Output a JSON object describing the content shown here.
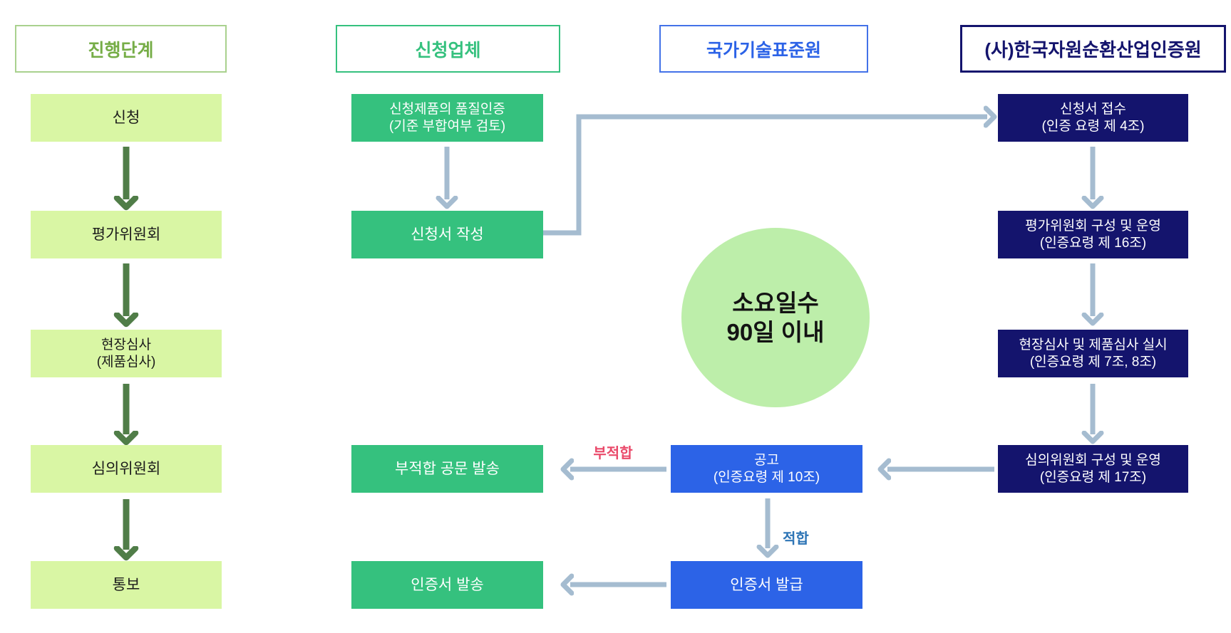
{
  "headers": {
    "progress": "진행단계",
    "applicant": "신청업체",
    "kats": "국가기술표준원",
    "org": "(사)한국자원순환산업인증원"
  },
  "progress_lane": {
    "apply": "신청",
    "eval_committee": "평가위원회",
    "site_audit_line1": "현장심사",
    "site_audit_line2": "(제품심사)",
    "review_committee": "심의위원회",
    "notify": "통보"
  },
  "applicant_lane": {
    "quality_line1": "신청제품의 품질인증",
    "quality_line2": "(기준 부합여부 검토)",
    "application_form": "신청서 작성",
    "fail_notice_dispatch": "부적합 공문 발송",
    "cert_dispatch": "인증서 발송"
  },
  "kats_lane": {
    "public_notice_line1": "공고",
    "public_notice_line2": "(인증요령 제 10조)",
    "cert_issue": "인증서 발급"
  },
  "org_lane": {
    "receipt_line1": "신청서 접수",
    "receipt_line2": "(인증 요령 제 4조)",
    "eval_setup_line1": "평가위원회 구성 및 운영",
    "eval_setup_line2": "(인증요령 제 16조)",
    "audit_line1": "현장심사 및 제품심사 실시",
    "audit_line2": "(인증요령 제 7조, 8조)",
    "review_setup_line1": "심의위원회 구성 및 운영",
    "review_setup_line2": "(인증요령 제 17조)"
  },
  "badge": {
    "line1": "소요일수",
    "line2": "90일 이내"
  },
  "edge_labels": {
    "fail": "부적합",
    "pass": "적합"
  },
  "colors": {
    "light_green_fill": "#d9f6a4",
    "emerald_fill": "#35c17e",
    "blue_fill": "#2c63e7",
    "navy_fill": "#14146d",
    "circle_fill": "#bdeeaa",
    "steel_arrow": "#a5bcd0",
    "dark_green_arrow": "#507d48",
    "fail_label": "#ea4a6a",
    "pass_label": "#2e75b6",
    "header_progress_text": "#76ad47",
    "header_progress_border": "#a9d18e",
    "header_kats_border": "#4372e8"
  }
}
